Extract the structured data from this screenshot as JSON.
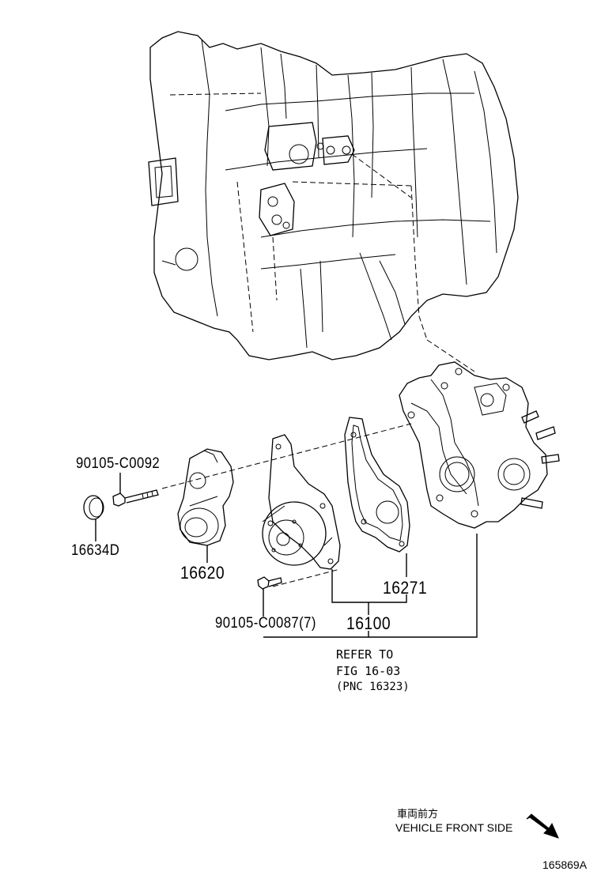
{
  "labels": {
    "bolt_upper": "90105-C0092",
    "cap": "16634D",
    "tensioner": "16620",
    "gasket": "16271",
    "bolt_lower": "90105-C0087(7)",
    "water_pump": "16100",
    "refer_line1": "REFER TO",
    "refer_line2": "FIG 16-03",
    "refer_line3": "(PNC 16323)",
    "front_jp": "車両前方",
    "front_en": "VEHICLE FRONT SIDE",
    "diagram_id": "165869A"
  },
  "icons": {
    "front_arrow": "arrow-down-right-icon"
  }
}
